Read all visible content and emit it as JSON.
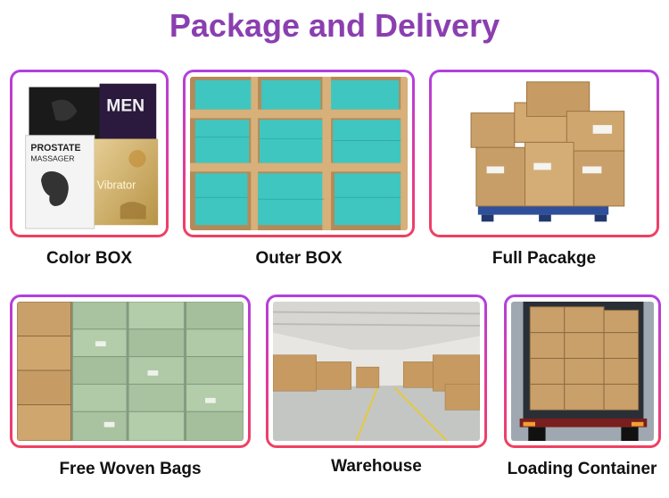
{
  "title": "Package and Delivery",
  "items": {
    "color_box": "Color BOX",
    "outer_box": "Outer BOX",
    "full_package": "Full Pacakge",
    "woven_bags": "Free Woven Bags",
    "warehouse": "Warehouse",
    "loading_container": "Loading Container"
  },
  "product_box": {
    "prostate_line1": "PROSTATE",
    "prostate_line2": "MASSAGER",
    "vibrator": "Vibrator",
    "men_box": "MEN"
  },
  "colors": {
    "title": "#8a3fb0",
    "border_top": "#b040e0",
    "border_bottom": "#f04060",
    "cardboard": "#c9a06a",
    "teal": "#3fc6c0",
    "woven_green": "#a9c3a0"
  }
}
